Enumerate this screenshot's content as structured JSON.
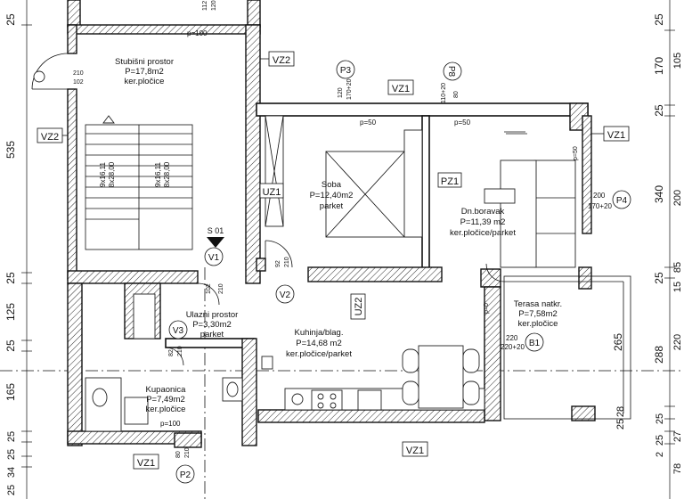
{
  "rooms": {
    "stair": {
      "name": "Stubišni prostor",
      "area": "P=17,8m2",
      "floor": "ker.pločice"
    },
    "soba": {
      "name": "Soba",
      "area": "P=12,40m2",
      "floor": "parket"
    },
    "dnevni": {
      "name": "Dn.boravak",
      "area": "P=11,39 m2",
      "floor": "ker.pločice/parket"
    },
    "ulazni": {
      "name": "Ulazni prostor",
      "area": "P=3,30m2",
      "floor": "parket"
    },
    "kuhinja": {
      "name": "Kuhinja/blag.",
      "area": "P=14,68 m2",
      "floor": "ker.pločice/parket"
    },
    "kupaonica": {
      "name": "Kupaonica",
      "area": "P=7,49m2",
      "floor": "ker.pločice"
    },
    "terasa": {
      "name": "Terasa natkr.",
      "area": "P=7,58m2",
      "floor": "ker.pločice"
    }
  },
  "tags": {
    "vz2": "VZ2",
    "vz1": "VZ1",
    "uz1": "UZ1",
    "uz2": "UZ2",
    "pz1": "PZ1",
    "p3": "P3",
    "p8": "P8",
    "p4": "P4",
    "p2": "P2",
    "v1": "V1",
    "v2": "V2",
    "v3": "V3",
    "b1": "B1",
    "s01": "S 01"
  },
  "stairs": {
    "left": "9x16,11",
    "left2": "8x28,00",
    "right": "9x16,11",
    "right2": "8x28,00"
  },
  "openings": {
    "p100_top": "p=100",
    "p50_a": "p=50",
    "p50_b": "p=50",
    "p100_bot": "p=100",
    "p50_v": "p=50",
    "p0": "p=0",
    "w120": "120",
    "w170": "170+20",
    "w80": "80",
    "w110": "110+20",
    "w210": "210",
    "w102": "102",
    "w92": "92",
    "w210b": "210",
    "w210c": "210",
    "w102b": "102",
    "w82": "82",
    "w210d": "210",
    "w200": "200",
    "w170b": "170+20",
    "w220": "220",
    "w220b": "220+20",
    "w80b": "80",
    "w210e": "210",
    "w112": "112",
    "w120b": "120"
  },
  "dims_left": [
    "25",
    "535",
    "25",
    "125",
    "25",
    "165",
    "25",
    "25",
    "34",
    "25"
  ],
  "dims_right": [
    "25",
    "170",
    "25",
    "340",
    "25",
    "265",
    "288",
    "25",
    "28",
    "25",
    "25",
    "2"
  ],
  "dims_right_edge": [
    "105",
    "200",
    "15",
    "85",
    "220",
    "27",
    "78"
  ]
}
